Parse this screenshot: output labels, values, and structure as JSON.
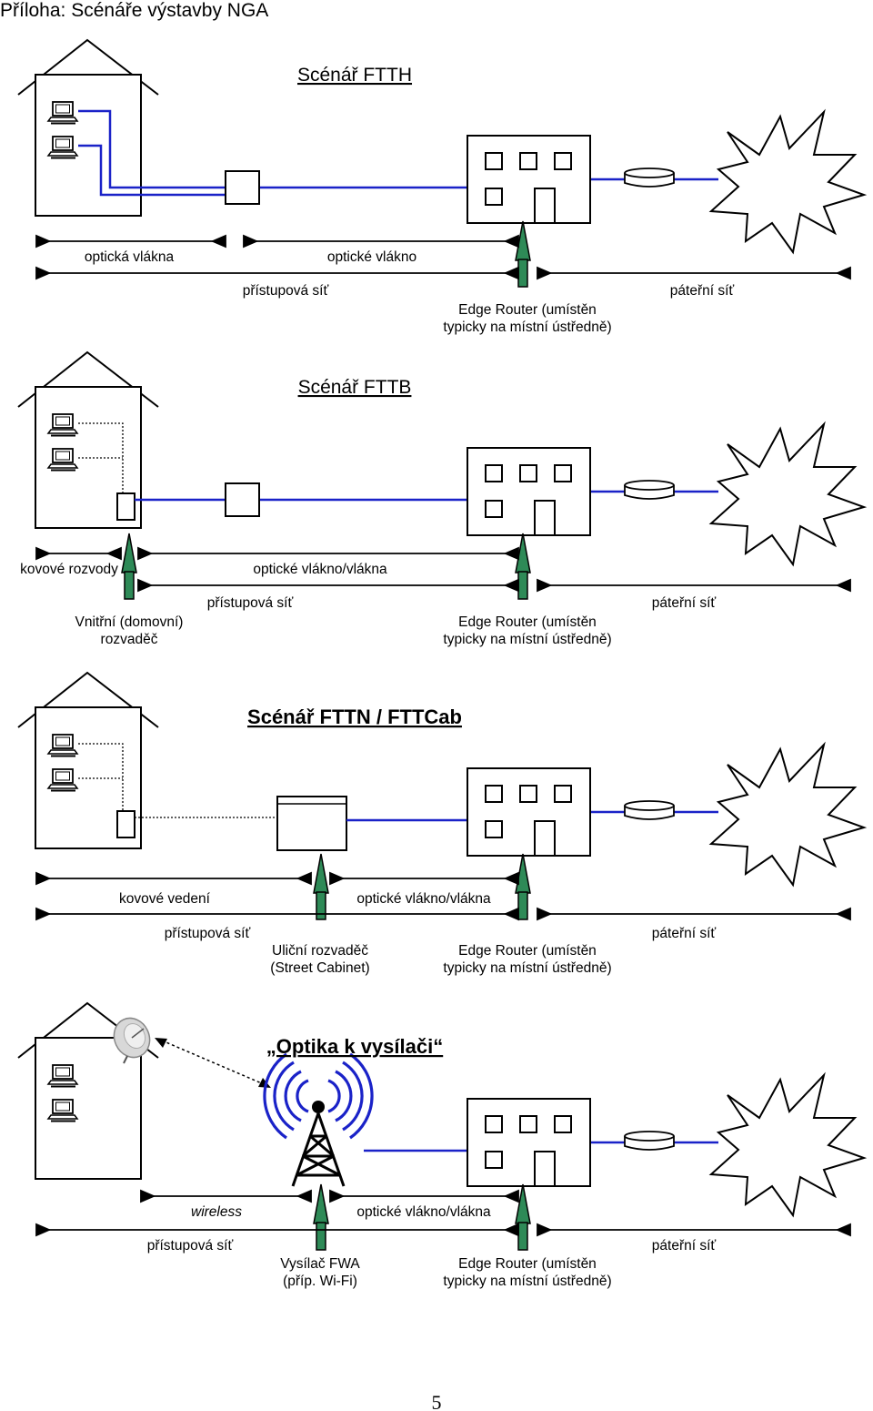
{
  "page_heading": "Příloha: Scénáře výstavby NGA",
  "page_number": "5",
  "colors": {
    "fiber": "#1a22c8",
    "pole": "#2e8a57",
    "outline": "#000000"
  },
  "scenarios": [
    {
      "title": "Scénář FTTH",
      "labels": {
        "segment_left": "optická vlákna",
        "segment_right": "optické vlákno",
        "access": "přístupová síť",
        "edge_l1": "Edge Router (umístěn",
        "edge_l2": "typicky na místní ústředně)",
        "backbone": "páteřní síť"
      }
    },
    {
      "title": "Scénář FTTB",
      "labels": {
        "segment_left": "kovové rozvody",
        "segment_right": "optické vlákno/vlákna",
        "access": "přístupová síť",
        "node_l1": "Vnitřní (domovní)",
        "node_l2": "rozvaděč",
        "edge_l1": "Edge Router (umístěn",
        "edge_l2": "typicky na místní ústředně)",
        "backbone": "páteřní síť"
      }
    },
    {
      "title": "Scénář FTTN / FTTCab",
      "labels": {
        "segment_left": "kovové vedení",
        "segment_right": "optické vlákno/vlákna",
        "access": "přístupová síť",
        "node_l1": "Uliční rozvaděč",
        "node_l2": "(Street Cabinet)",
        "edge_l1": "Edge Router (umístěn",
        "edge_l2": "typicky na místní ústředně)",
        "backbone": "páteřní síť"
      }
    },
    {
      "title": "„Optika k vysílači“",
      "labels": {
        "segment_left": "wireless",
        "segment_right": "optické vlákno/vlákna",
        "access": "přístupová síť",
        "node_l1": "Vysílač FWA",
        "node_l2": "(příp. Wi-Fi)",
        "edge_l1": "Edge Router (umístěn",
        "edge_l2": "typicky na místní ústředně)",
        "backbone": "páteřní síť"
      }
    }
  ]
}
